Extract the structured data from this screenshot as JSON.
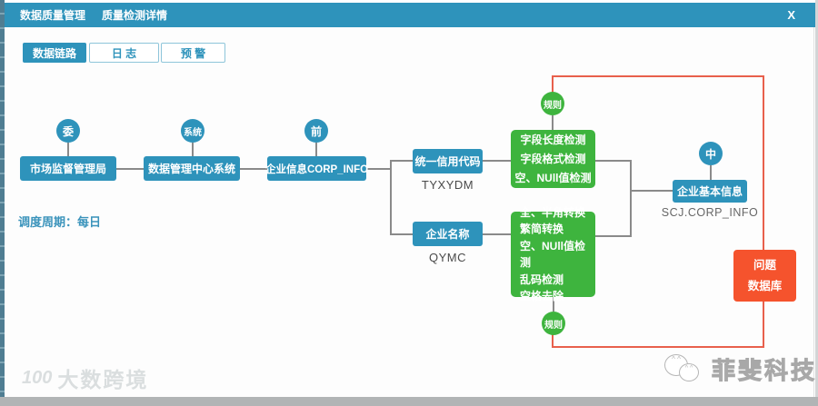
{
  "titlebar": {
    "app_title": "数据质量管理",
    "page_title": "质量检测详情",
    "close_label": "X"
  },
  "tabs": [
    {
      "label": "数据链路",
      "active": true
    },
    {
      "label": "日 志",
      "active": false
    },
    {
      "label": "预 警",
      "active": false
    }
  ],
  "schedule_note": "调度周期：每日",
  "flow": {
    "sources": [
      {
        "badge": "委",
        "label": "市场监督管理局"
      },
      {
        "badge": "系统",
        "label": "数据管理中心系统"
      },
      {
        "badge": "前",
        "label": "企业信息CORP_INFO"
      }
    ],
    "fields": [
      {
        "label": "统一信用代码",
        "code": "TYXYDM"
      },
      {
        "label": "企业名称",
        "code": "QYMC"
      }
    ],
    "rule_badge_top": "规则",
    "rule_badge_bottom": "规则",
    "rules_top": [
      "字段长度检测",
      "字段格式检测",
      "空、NUll值检测"
    ],
    "rules_bottom": [
      "全、半角转换",
      "繁简转换",
      "空、NUll值检测",
      "乱码检测",
      "空格去除"
    ],
    "target": {
      "badge": "中",
      "label": "企业基本信息",
      "code": "SCJ.CORP_INFO"
    },
    "problem_db": {
      "line1": "问题",
      "line2": "数据库"
    }
  },
  "watermarks": {
    "bottom_left_logo": "100",
    "bottom_left": "大数跨境",
    "bottom_right": "菲斐科技"
  },
  "colors": {
    "teal": "#2e93bb",
    "green": "#3eb43e",
    "problem_box_red": "#f5532d",
    "problem_line_red": "#e8604c",
    "connector_gray": "#8a8a8a"
  }
}
